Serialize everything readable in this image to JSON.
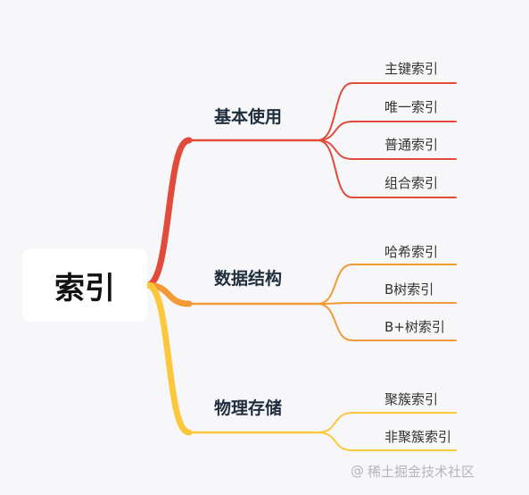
{
  "root": {
    "label": "索引"
  },
  "branches": [
    {
      "label": "基本使用",
      "color": "#e24a3b",
      "leaves": [
        "主键索引",
        "唯一索引",
        "普通索引",
        "组合索引"
      ]
    },
    {
      "label": "数据结构",
      "color": "#f29a38",
      "leaves": [
        "哈希索引",
        "B树索引",
        "B+树索引"
      ]
    },
    {
      "label": "物理存储",
      "color": "#fbc83b",
      "leaves": [
        "聚簇索引",
        "非聚簇索引"
      ]
    }
  ],
  "watermark": {
    "icon": "at-icon",
    "text": "稀土掘金技术社区"
  }
}
